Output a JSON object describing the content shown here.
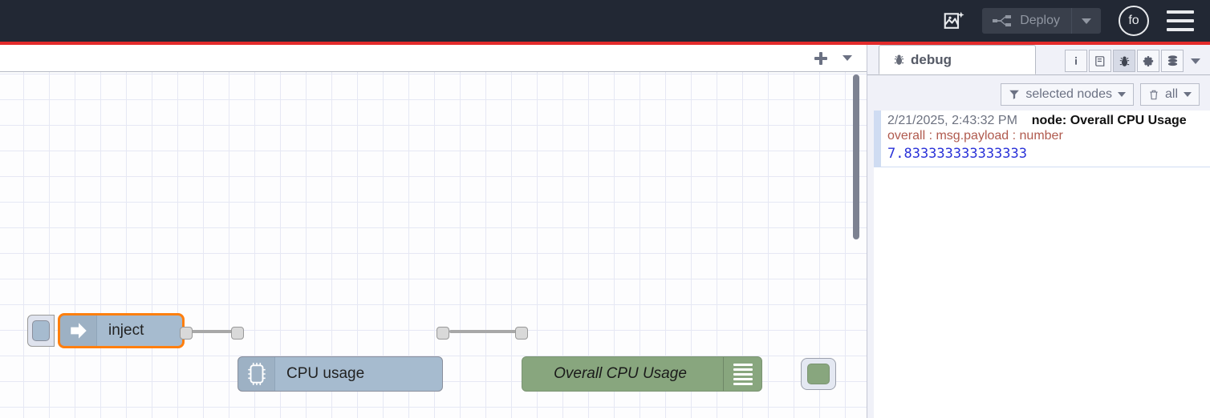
{
  "header": {
    "ai_icon": "flow-ai-icon",
    "deploy": {
      "label": "Deploy",
      "icon": "deploy-icon",
      "caret": "chevron-down-icon"
    },
    "avatar": {
      "initials": "fo"
    },
    "menu_icon": "hamburger-menu-icon"
  },
  "editor": {
    "tabbar": {
      "add_icon": "plus-icon",
      "menu_icon": "chevron-down-icon"
    },
    "nodes": [
      {
        "name": "inject",
        "label": "inject",
        "type": "inject",
        "icon": "inject-arrow-icon",
        "selected": true,
        "color": "#a6bbcf",
        "selection_color": "#ff7f0e"
      },
      {
        "name": "cpu-usage",
        "label": "CPU usage",
        "type": "cpu",
        "icon": "microchip-icon",
        "selected": false,
        "color": "#a6bbcf"
      },
      {
        "name": "overall-cpu-usage",
        "label": "Overall CPU Usage",
        "type": "debug",
        "icon": "debug-lines-icon",
        "selected": false,
        "color": "#88a67e"
      }
    ]
  },
  "sidebar": {
    "tab": {
      "label": "debug",
      "icon": "bug-icon"
    },
    "tools": [
      {
        "name": "info-tab",
        "icon": "info-icon",
        "label": "i",
        "active": false
      },
      {
        "name": "help-tab",
        "icon": "book-icon",
        "label": "",
        "active": false
      },
      {
        "name": "debug-tab",
        "icon": "bug-icon",
        "label": "",
        "active": true
      },
      {
        "name": "config-tab",
        "icon": "gear-icon",
        "label": "",
        "active": false
      },
      {
        "name": "context-tab",
        "icon": "database-icon",
        "label": "",
        "active": false
      }
    ],
    "tools_caret": "chevron-down-icon",
    "filters": [
      {
        "name": "node-filter",
        "icon": "filter-icon",
        "label": "selected nodes",
        "caret": "chevron-down-icon"
      },
      {
        "name": "clear-filter",
        "icon": "trash-icon",
        "label": "all",
        "caret": "chevron-down-icon"
      }
    ],
    "messages": [
      {
        "timestamp": "2/21/2025, 2:43:32 PM",
        "node_label": "node: Overall CPU Usage",
        "topic": "overall : msg.payload : number",
        "value": "7.833333333333333"
      }
    ]
  },
  "colors": {
    "header_bg": "#222834",
    "accent_red": "#e32b2b",
    "node_blue": "#a6bbcf",
    "node_green": "#88a67e",
    "select_orange": "#ff7f0e",
    "value_blue": "#2a32d8",
    "topic_red": "#b05a4e"
  }
}
